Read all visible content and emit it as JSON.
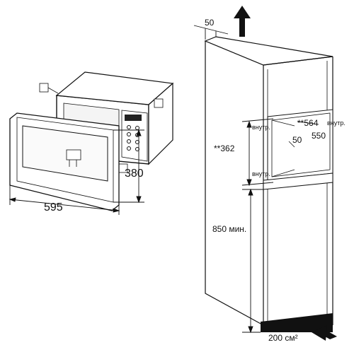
{
  "labels": {
    "width_595": "595",
    "height_380": "380",
    "top_gap_50": "50",
    "niche_564": "**564",
    "inner_top": "внутр.",
    "niche_550": "550",
    "inner_gap_50": "50",
    "niche_362": "**362",
    "inner_bottom": "внутр.",
    "min_850": "850 мин.",
    "vent_200": "200 см²"
  }
}
